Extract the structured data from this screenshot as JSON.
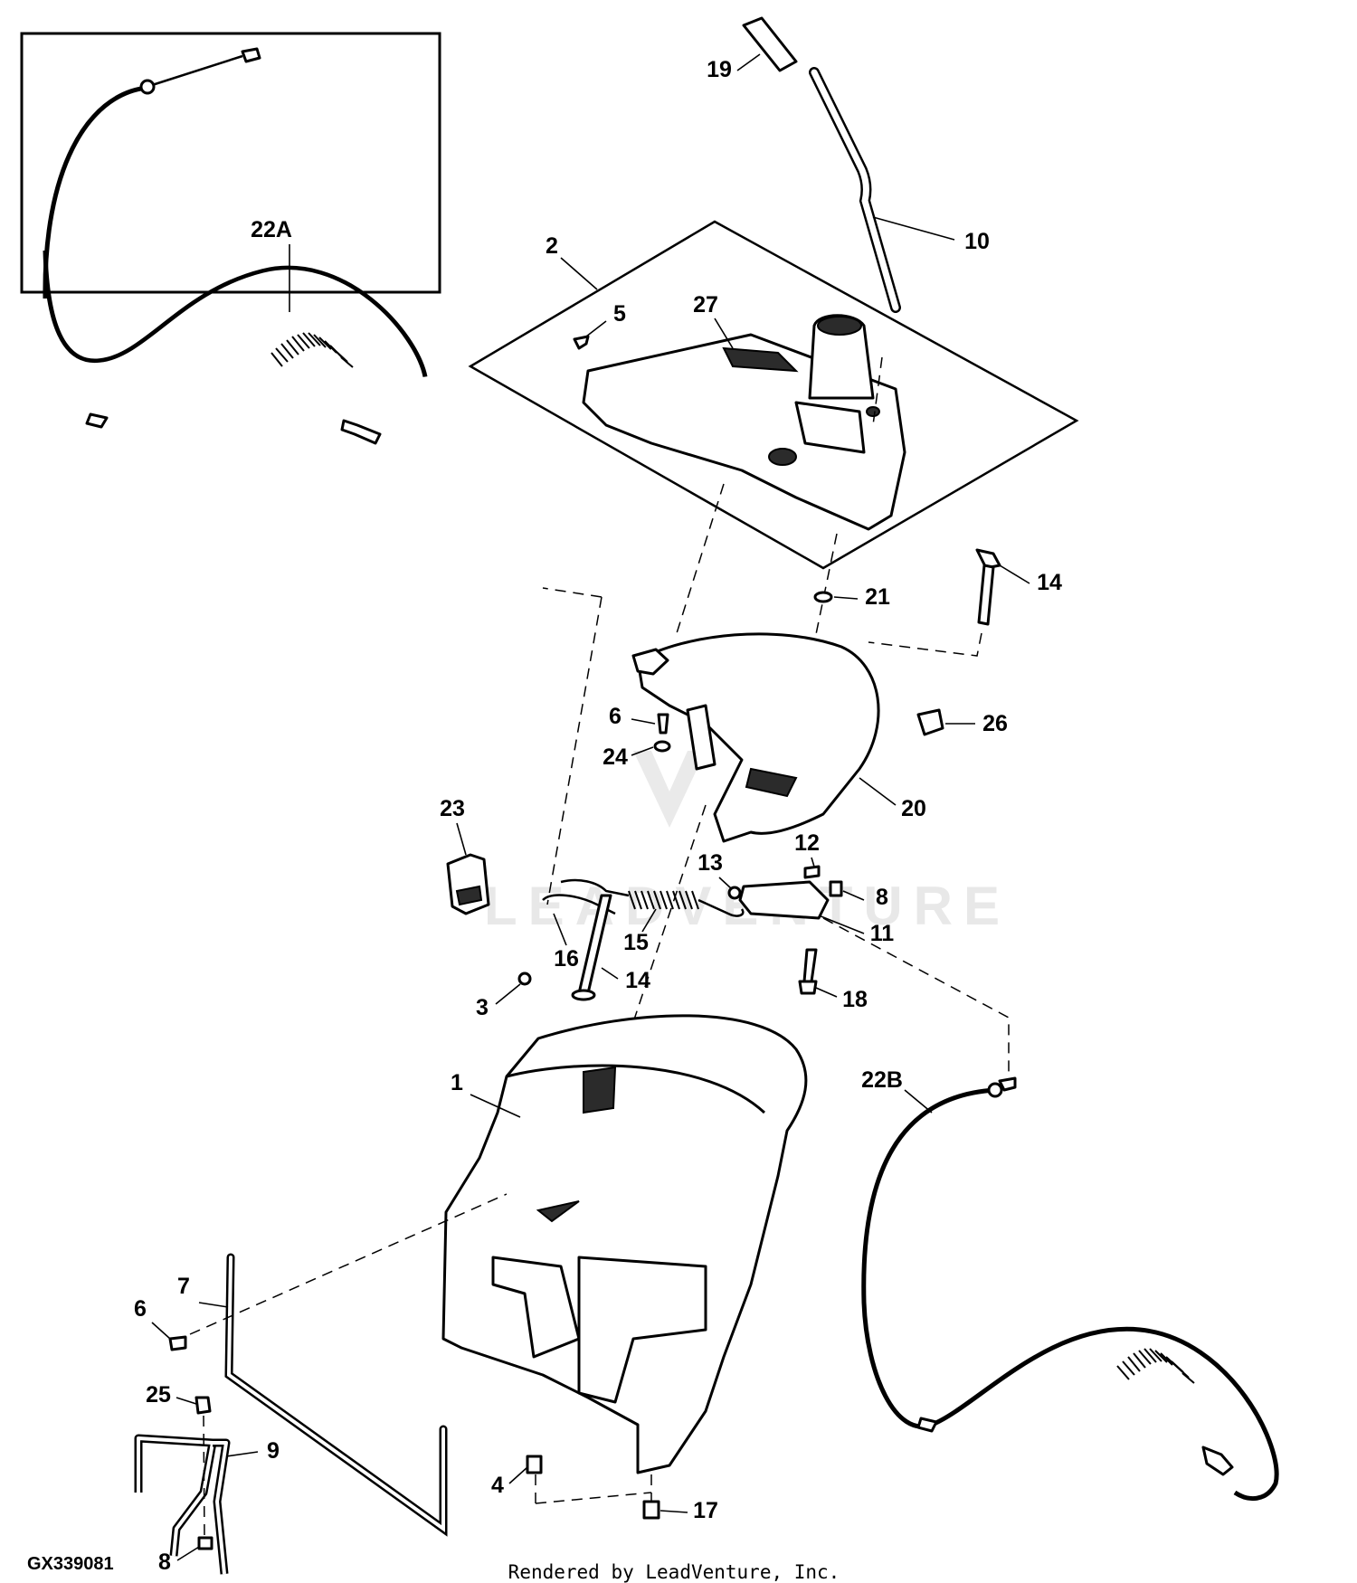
{
  "figure_code": "GX339081",
  "credit": "Rendered by LeadVenture, Inc.",
  "watermark": "LEADVENTURE",
  "callouts": {
    "c1": "1",
    "c2": "2",
    "c3": "3",
    "c4": "4",
    "c5": "5",
    "c6a": "6",
    "c6b": "6",
    "c7": "7",
    "c8a": "8",
    "c8b": "8",
    "c9": "9",
    "c10": "10",
    "c11": "11",
    "c12": "12",
    "c13": "13",
    "c14a": "14",
    "c14b": "14",
    "c15": "15",
    "c16": "16",
    "c17": "17",
    "c18": "18",
    "c19": "19",
    "c20": "20",
    "c21": "21",
    "c22a": "22A",
    "c22b": "22B",
    "c23": "23",
    "c24": "24",
    "c25": "25",
    "c26": "26",
    "c27": "27"
  }
}
